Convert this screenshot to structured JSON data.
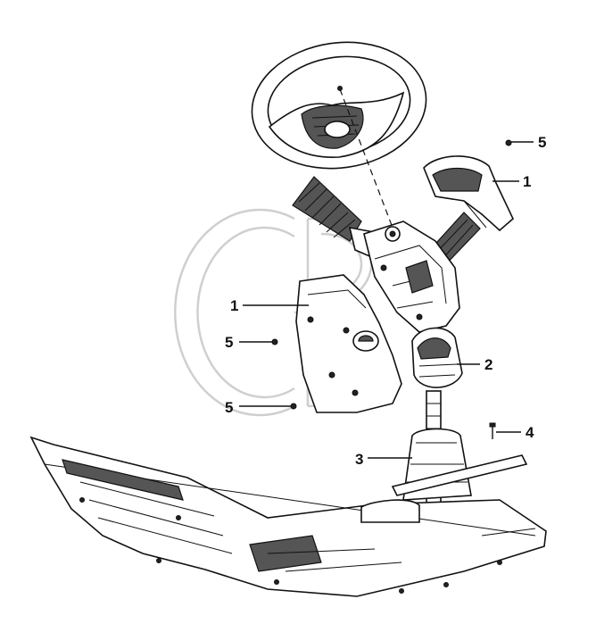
{
  "colors": {
    "ink": "#111111",
    "paper": "#ffffff",
    "watermark": "#cfcfcf"
  },
  "callouts": {
    "c1_upper": "1",
    "c1_left": "1",
    "c2": "2",
    "c3": "3",
    "c4": "4",
    "c5_top": "5",
    "c5_mid": "5",
    "c5_low": "5"
  },
  "watermark": {
    "kind": "logo-watermark",
    "lettering": "GB"
  }
}
